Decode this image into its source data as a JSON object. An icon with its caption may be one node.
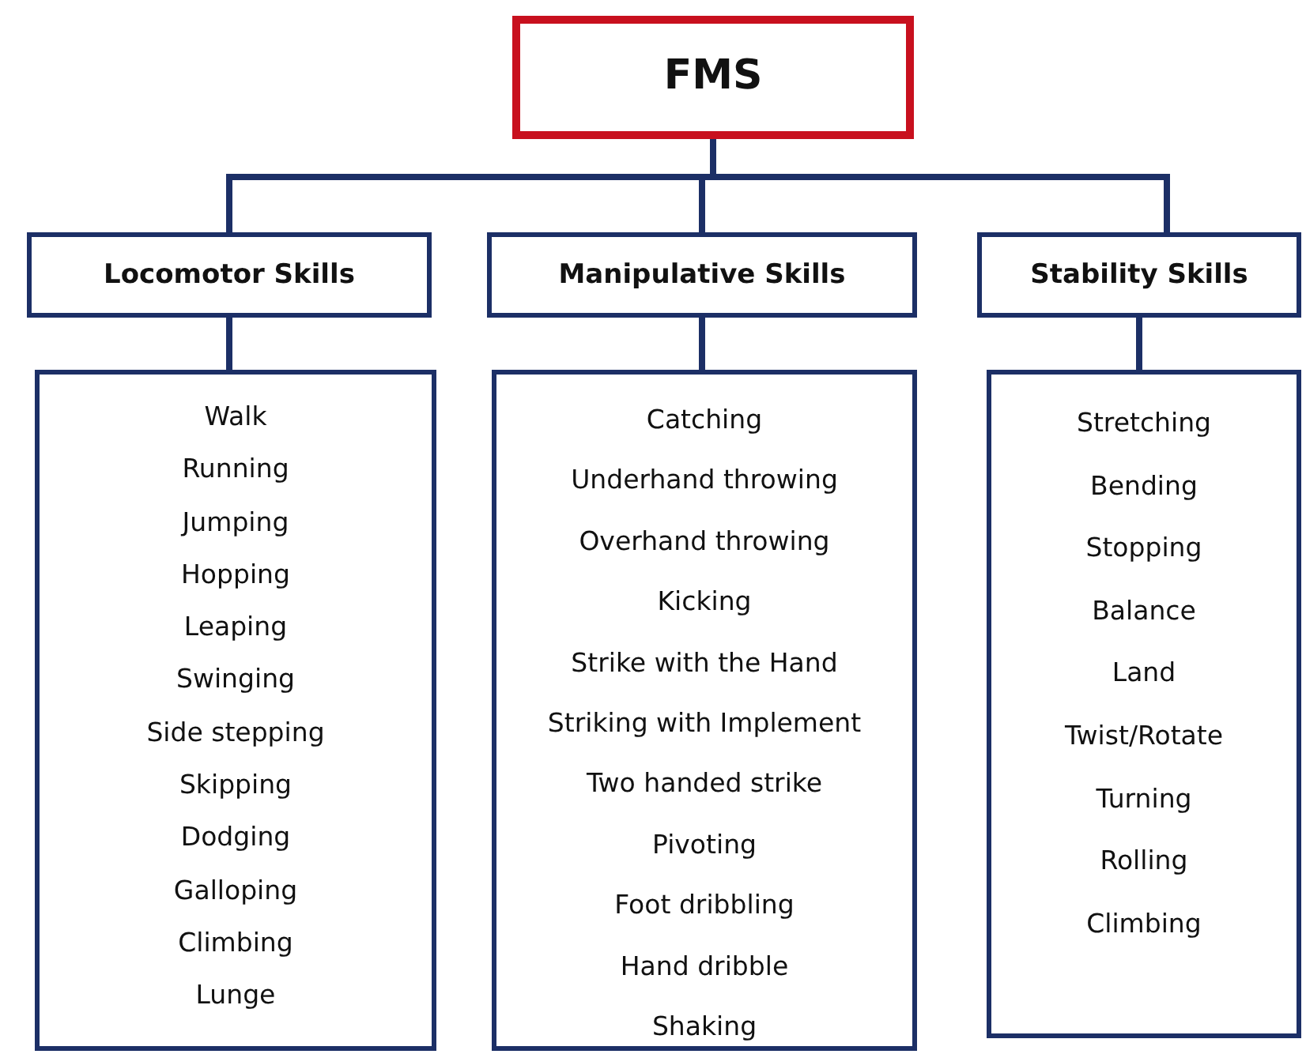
{
  "diagram": {
    "nodes": [
      {
        "text": [
          "FMS"
        ]
      },
      {
        "text": [
          "Locomotor Skills"
        ]
      },
      {
        "text": [
          "Manipulative Skills"
        ]
      },
      {
        "text": [
          "Stability Skills"
        ]
      },
      {
        "text": [
          "Walk",
          "Running",
          "Jumping",
          "Hopping",
          "Leaping",
          "Swinging",
          "Side stepping",
          "Skipping",
          "Dodging",
          "Galloping",
          "Climbing",
          "Lunge"
        ]
      },
      {
        "text": [
          "Catching",
          "Underhand throwing",
          "Overhand throwing",
          "Kicking",
          "Strike with the Hand",
          "Striking with Implement",
          "Two handed strike",
          "Pivoting",
          "Foot dribbling",
          "Hand dribble",
          "Shaking"
        ]
      },
      {
        "text": [
          "Stretching",
          "Bending",
          "Stopping",
          "Balance",
          "Land",
          "Twist/Rotate",
          "Turning",
          "Rolling",
          "Climbing"
        ]
      }
    ],
    "edges": [
      {
        "from": 0,
        "to": 1,
        "arrow": "none"
      },
      {
        "from": 0,
        "to": 2,
        "arrow": "none"
      },
      {
        "from": 0,
        "to": 3,
        "arrow": "none"
      },
      {
        "from": 1,
        "to": 4,
        "arrow": "none"
      },
      {
        "from": 2,
        "to": 5,
        "arrow": "none"
      },
      {
        "from": 3,
        "to": 6,
        "arrow": "none"
      }
    ]
  }
}
